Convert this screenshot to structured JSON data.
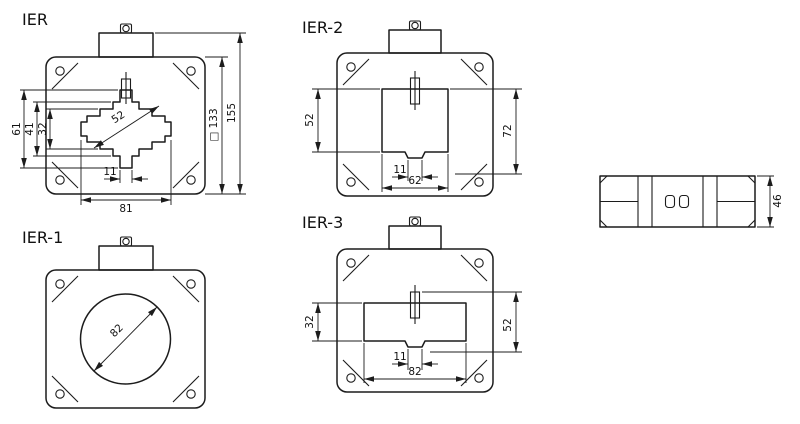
{
  "drawing": {
    "colors": {
      "line": "#1c1c1c",
      "background": "#ffffff"
    },
    "views": {
      "ier": {
        "label": "IER",
        "dims": {
          "h61": "61",
          "h41": "41",
          "h32": "32",
          "diag52": "52",
          "notch11": "11",
          "w81": "81",
          "sq133": "□ 133",
          "h155": "155"
        }
      },
      "ier1": {
        "label": "IER-1",
        "dims": {
          "diag82": "82"
        }
      },
      "ier2": {
        "label": "IER-2",
        "dims": {
          "h52": "52",
          "h72": "72",
          "notch11": "11",
          "w62": "62"
        }
      },
      "ier3": {
        "label": "IER-3",
        "dims": {
          "h32": "32",
          "h52": "52",
          "notch11": "11",
          "w82": "82"
        }
      },
      "side": {
        "dims": {
          "h46": "46"
        }
      }
    }
  }
}
